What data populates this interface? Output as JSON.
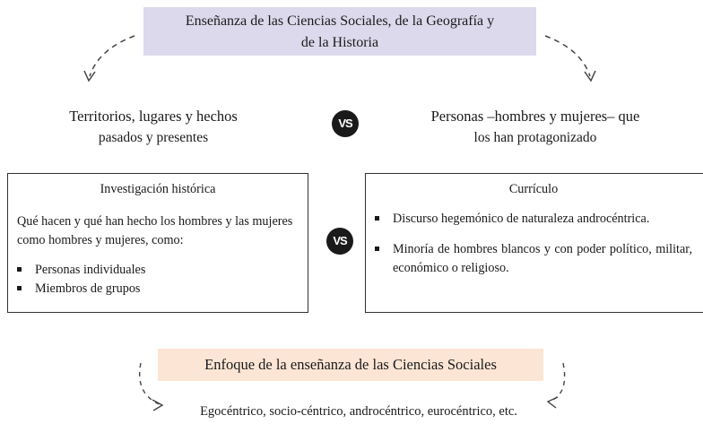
{
  "title": {
    "line1": "Enseñanza de las Ciencias Sociales, de la Geografía y",
    "line2": "de la Historia"
  },
  "left_topic": {
    "line1": "Territorios, lugares y hechos",
    "line2": "pasados y presentes"
  },
  "right_topic": {
    "line1": "Personas –hombres y mujeres– que",
    "line2": "los han protagonizado"
  },
  "vs_label": "VS",
  "research_box": {
    "heading": "Investigación histórica",
    "paragraph": "Qué hacen y qué han hecho los hombres y las mujeres como hombres y mujeres, como:",
    "items": [
      "Personas individuales",
      "Miembros de grupos"
    ]
  },
  "curriculum_box": {
    "heading": "Currículo",
    "items": [
      "Discurso hegemónico de naturaleza androcéntrica.",
      "Minoría de hombres blancos y con poder político, militar, económico o religioso."
    ]
  },
  "focus": {
    "title": "Enfoque de la enseñanza de las Ciencias Sociales",
    "examples": "Egocéntrico, socio-céntrico, androcéntrico, eurocéntrico, etc."
  },
  "colors": {
    "title_bg": "#ddd9ec",
    "focus_bg": "#fce5d5",
    "vs_bg": "#1a1a1a"
  }
}
